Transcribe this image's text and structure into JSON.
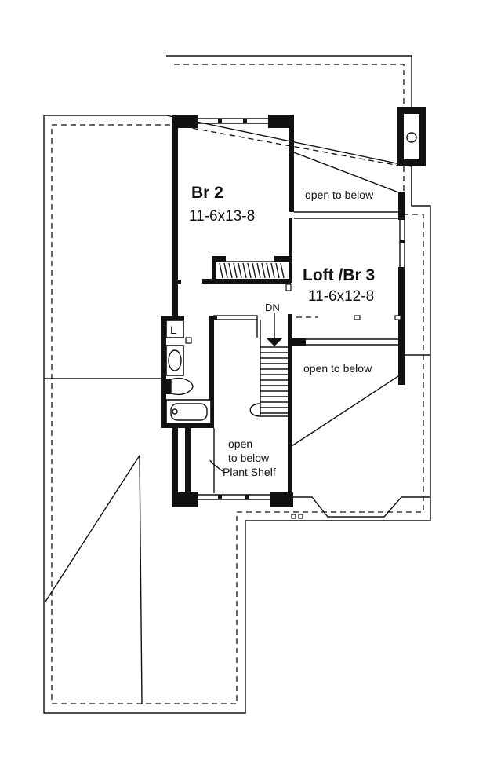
{
  "rooms": {
    "br2": {
      "name": "Br 2",
      "dims": "11-6x13-8"
    },
    "loft": {
      "name": "Loft /Br 3",
      "dims": "11-6x12-8"
    }
  },
  "labels": {
    "open_to_below_upper": "open to below",
    "open_to_below_lower": "open to below",
    "dn": "DN",
    "laundry": "L",
    "plant_shelf_line1": "open",
    "plant_shelf_line2": "to below",
    "plant_shelf_line3": "Plant Shelf"
  },
  "colors": {
    "ink": "#111111",
    "paper": "#ffffff"
  }
}
